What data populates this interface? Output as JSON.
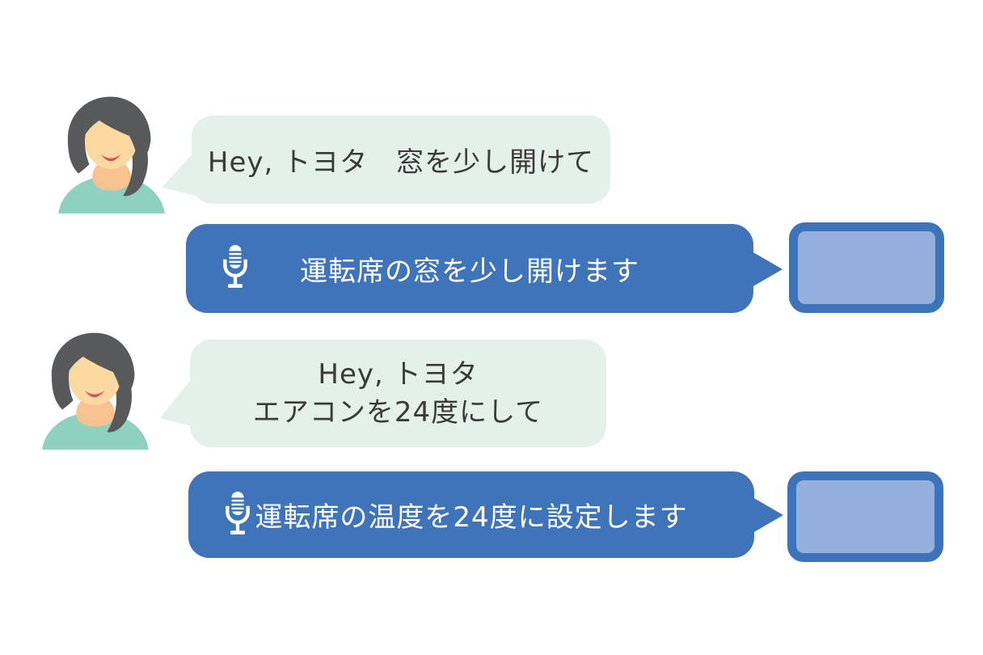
{
  "colors": {
    "user_bubble": "#e4f1eb",
    "user_text": "#3a3a3a",
    "assistant_bubble": "#3f74ba",
    "assistant_text": "#ffffff",
    "display_frame": "#3c73b9",
    "display_screen": "#95afdc",
    "hair": "#58595b",
    "skin": "#fbd9a1",
    "skin_shadow": "#f6c28f",
    "lips": "#d5555e",
    "shirt": "#8fd1c0"
  },
  "conversation": [
    {
      "user": {
        "speaker": "woman",
        "lines": [
          "Hey, トヨタ　窓を少し開けて"
        ]
      },
      "assistant": {
        "icon": "microphone-icon",
        "text": "運転席の窓を少し開けます",
        "target": "car-display-screen"
      }
    },
    {
      "user": {
        "speaker": "woman",
        "lines": [
          "Hey, トヨタ",
          "エアコンを24度にして"
        ]
      },
      "assistant": {
        "icon": "microphone-icon",
        "text": "運転席の温度を24度に設定します",
        "target": "car-display-screen"
      }
    }
  ]
}
